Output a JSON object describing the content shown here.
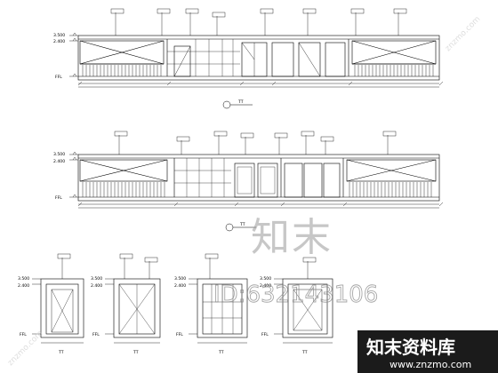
{
  "levels": {
    "ceiling_upper": "3.500",
    "ceiling_lower": "2.400",
    "floor": "FFL"
  },
  "captions": [
    "TT",
    "TT",
    "TT",
    "TT",
    "TT",
    "TT"
  ],
  "watermark": {
    "brand_cn": "知末",
    "id_text": "ID:632143106",
    "diag_url": "znzmo.com",
    "corner_brand": "知末资料库",
    "corner_url": "www.znzmo.com"
  }
}
